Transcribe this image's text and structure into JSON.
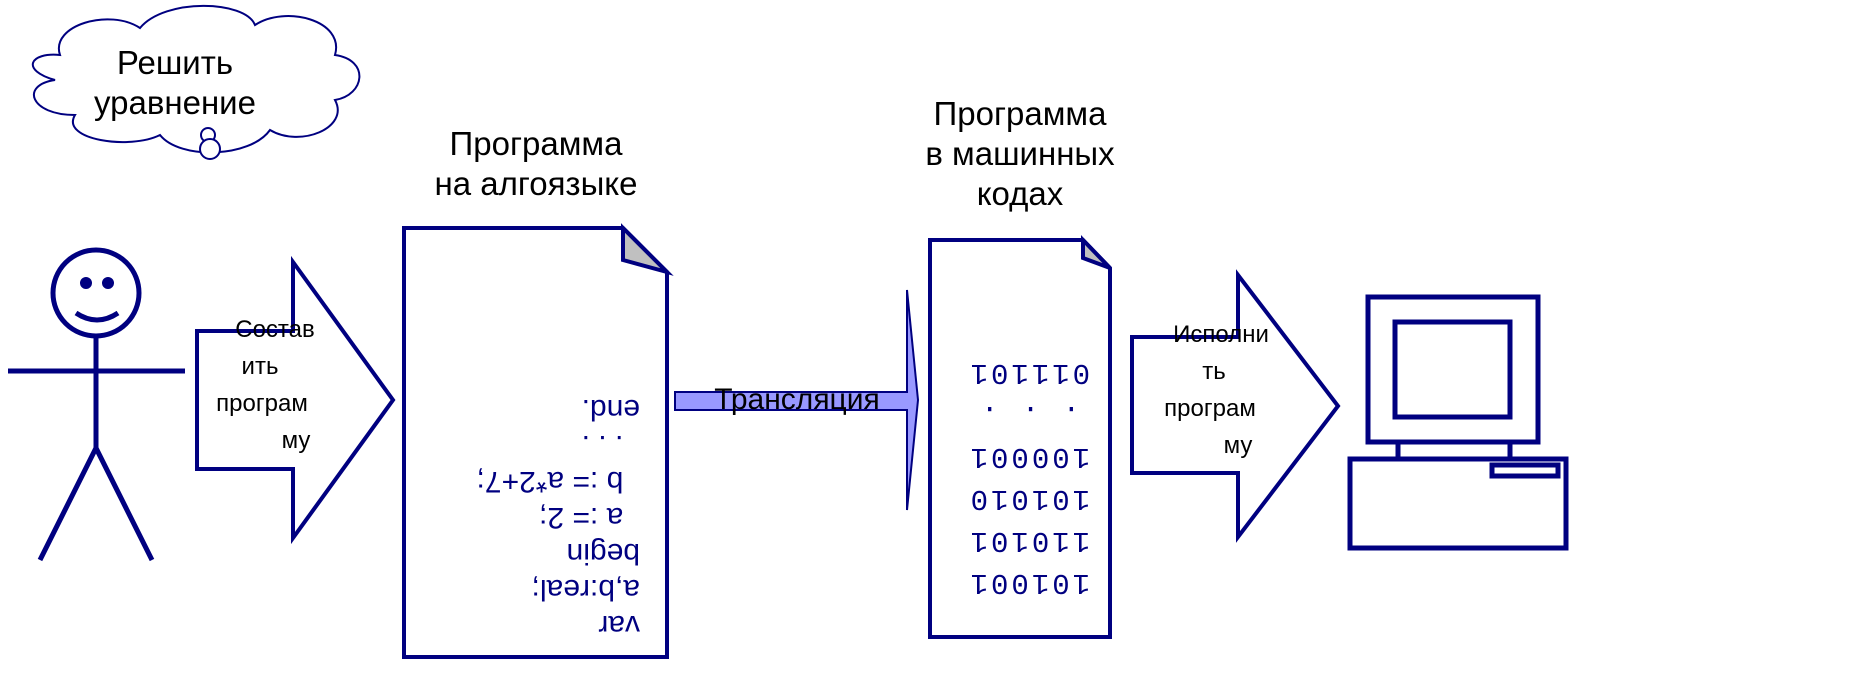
{
  "cloud": {
    "line1": "Решить",
    "line2": "уравнение"
  },
  "program_algo": {
    "title_line1": "Программа",
    "title_line2": "на алгоязыке"
  },
  "program_machine": {
    "title_line1": "Программа",
    "title_line2": "в машинных",
    "title_line3": "кодах"
  },
  "arrow_compose": {
    "line1": "Состав",
    "line2": "ить",
    "line3": "програм",
    "line4": "му"
  },
  "arrow_translate": {
    "label": "Трансляция"
  },
  "arrow_execute": {
    "line1": "Исполни",
    "line2": "ть",
    "line3": "програм",
    "line4": "му"
  },
  "source_code": {
    "lines": [
      "var",
      "a,b:real;",
      "begin",
      "  a := 2;",
      "  b := a*2+7;",
      "  . . .",
      "end."
    ]
  },
  "machine_code": {
    "lines": [
      "101001",
      "110101",
      "101010",
      "100001",
      ". . .",
      "011101"
    ]
  },
  "colors": {
    "outline": "#000080",
    "fold": "#c0c0c0",
    "translate_fill": "#9999ff"
  }
}
